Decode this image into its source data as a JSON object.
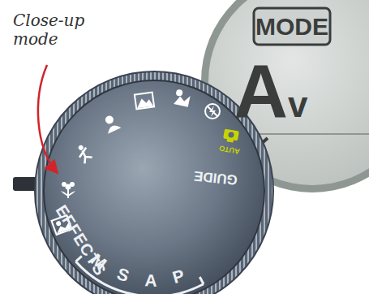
{
  "diagram": {
    "labels": [
      "Close-up mode",
      "EFFECTS",
      "M",
      "S",
      "A",
      "P",
      "GUIDE",
      "AUTO",
      "MODE",
      "Av"
    ]
  }
}
